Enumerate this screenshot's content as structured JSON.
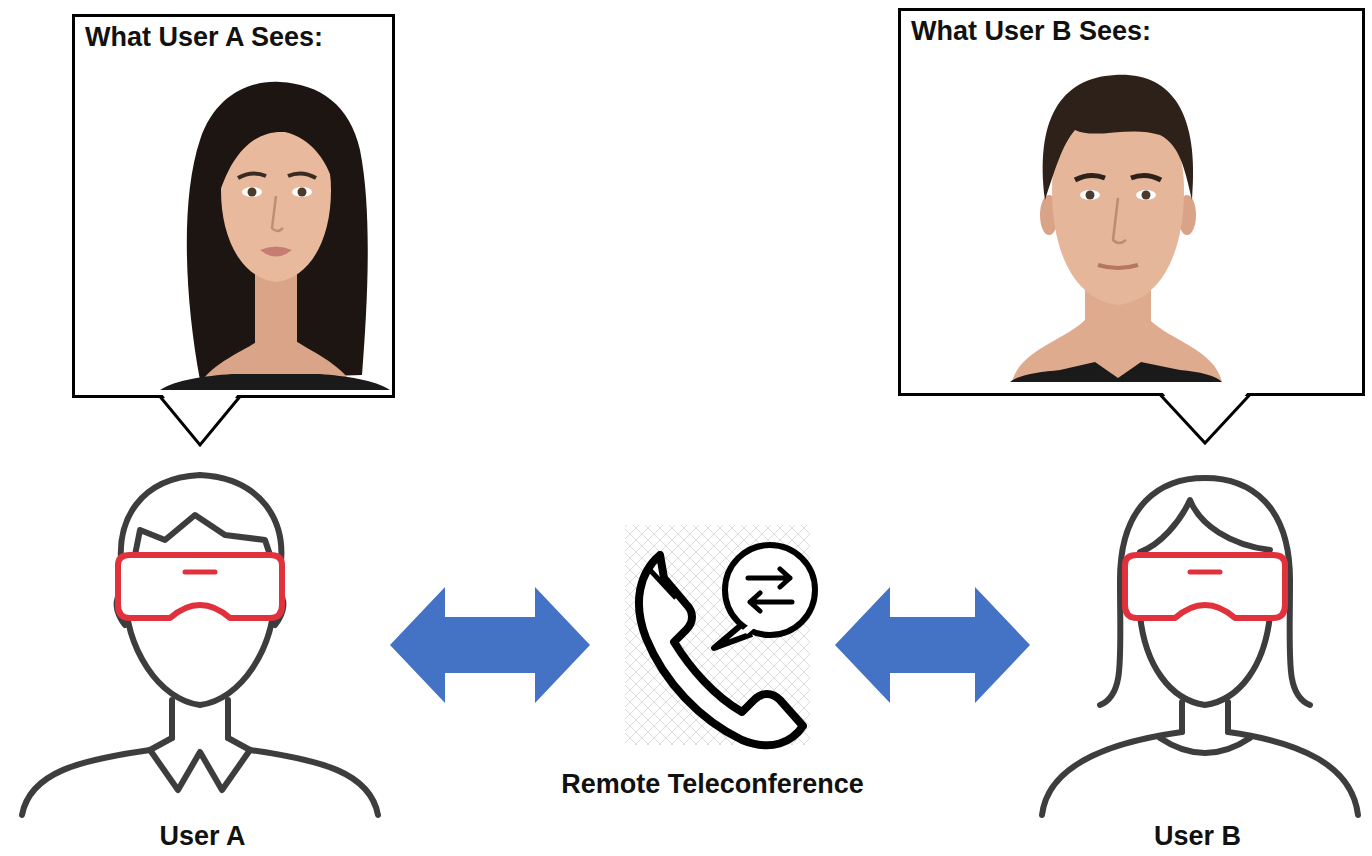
{
  "diagram": {
    "nodes": [
      {
        "text": [
          "What User A Sees:"
        ]
      },
      {
        "text": [
          "What User B Sees:"
        ]
      },
      {
        "text": [
          "User A"
        ]
      },
      {
        "text": [
          "Remote Teleconference"
        ]
      },
      {
        "text": [
          "User B"
        ]
      }
    ],
    "edges": [
      {
        "from": 2,
        "to": 3,
        "arrow": "both"
      },
      {
        "from": 3,
        "to": 4,
        "arrow": "both"
      }
    ]
  }
}
